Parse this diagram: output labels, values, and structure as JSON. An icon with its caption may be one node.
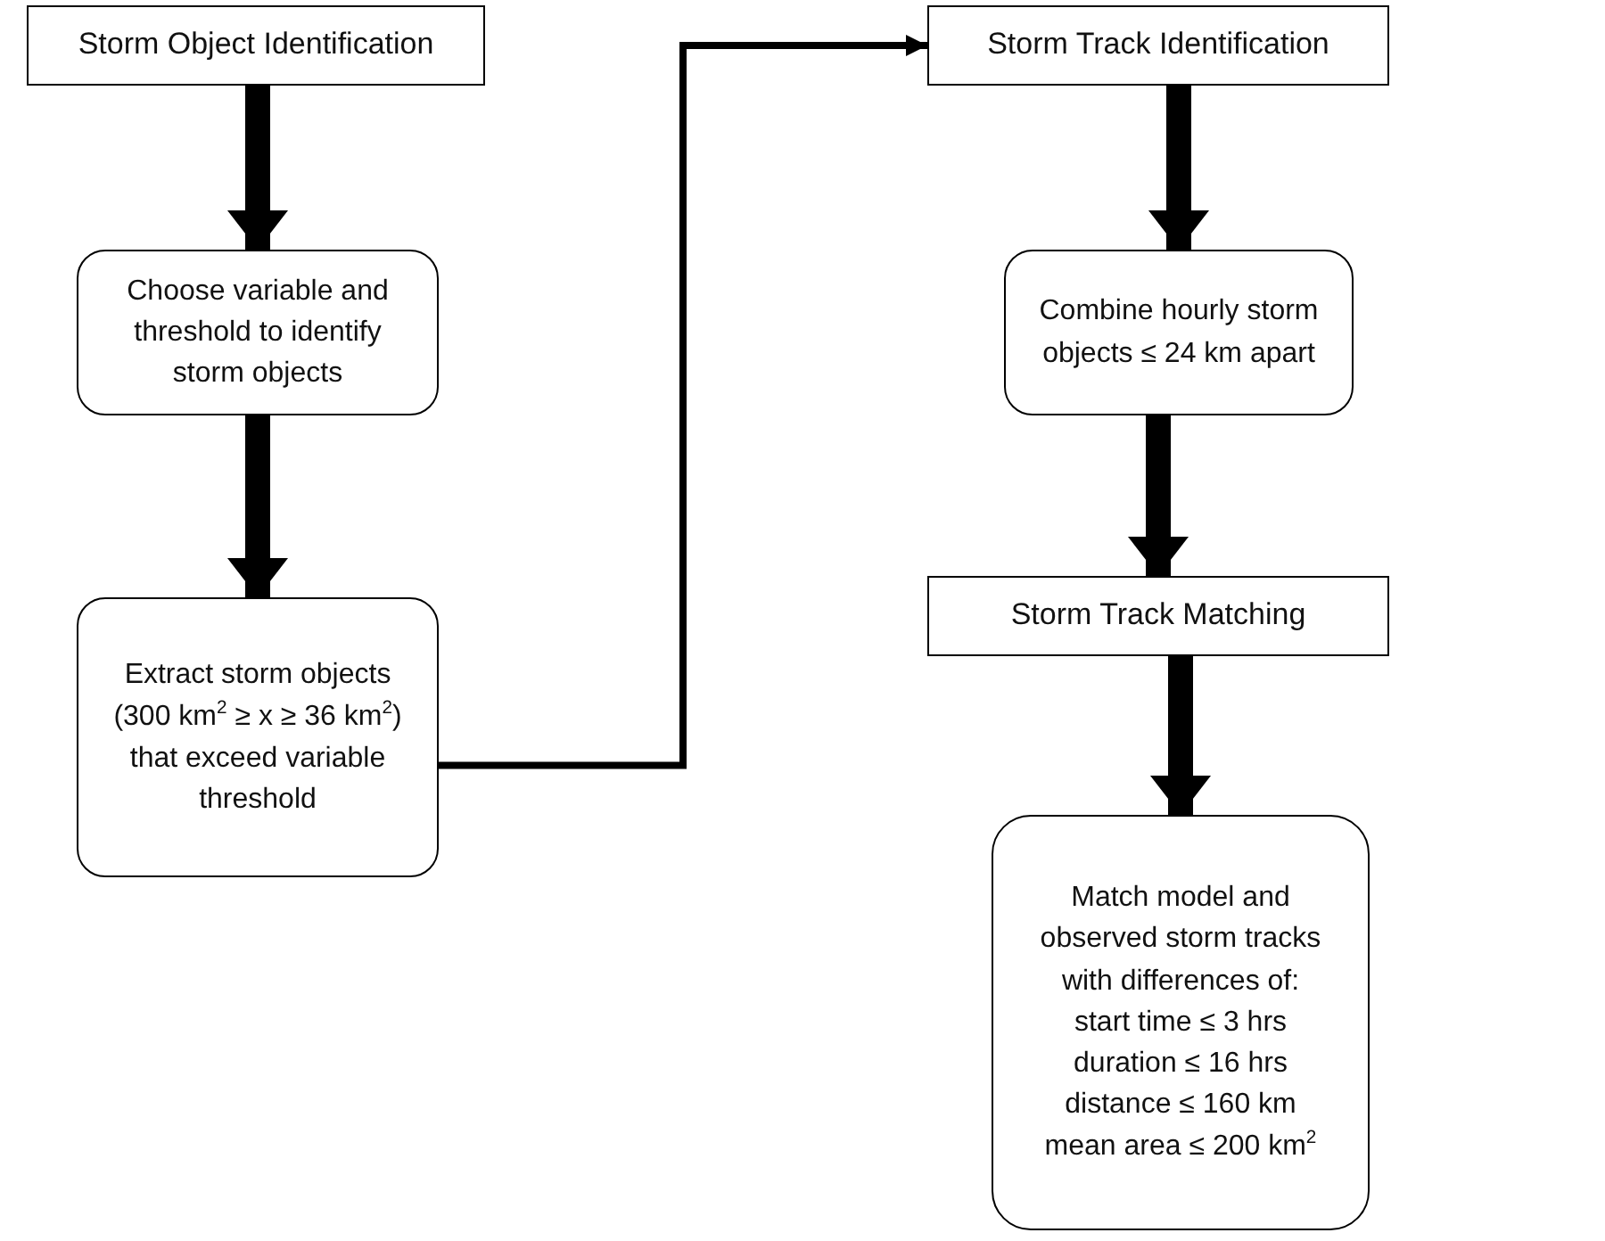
{
  "diagram": {
    "nodes": [
      {
        "text": [
          "Storm Object Identification"
        ]
      },
      {
        "text": [
          "Choose variable and threshold to identify storm objects"
        ]
      },
      {
        "text": [
          "Extract storm objects (300 km$^{2}$ ≥ x ≥ 36 km$^{2}$) that exceed variable threshold"
        ]
      },
      {
        "text": [
          "Storm Track Identification"
        ]
      },
      {
        "text": [
          "Combine hourly storm objects ≤ 24 km apart"
        ]
      },
      {
        "text": [
          "Storm Track Matching"
        ]
      },
      {
        "text": [
          "Match model and observed storm tracks with differences of:",
          "start time ≤ 3 hrs",
          "duration ≤ 16 hrs",
          "distance ≤ 160 km",
          "mean area ≤ 200 km$^{2}$"
        ]
      }
    ],
    "edges": [
      {
        "from": 0,
        "to": 1,
        "arrow": "to"
      },
      {
        "from": 1,
        "to": 2,
        "arrow": "to"
      },
      {
        "from": 2,
        "to": 3,
        "arrow": "to"
      },
      {
        "from": 3,
        "to": 4,
        "arrow": "to"
      },
      {
        "from": 4,
        "to": 5,
        "arrow": "to"
      },
      {
        "from": 5,
        "to": 6,
        "arrow": "to"
      }
    ]
  }
}
